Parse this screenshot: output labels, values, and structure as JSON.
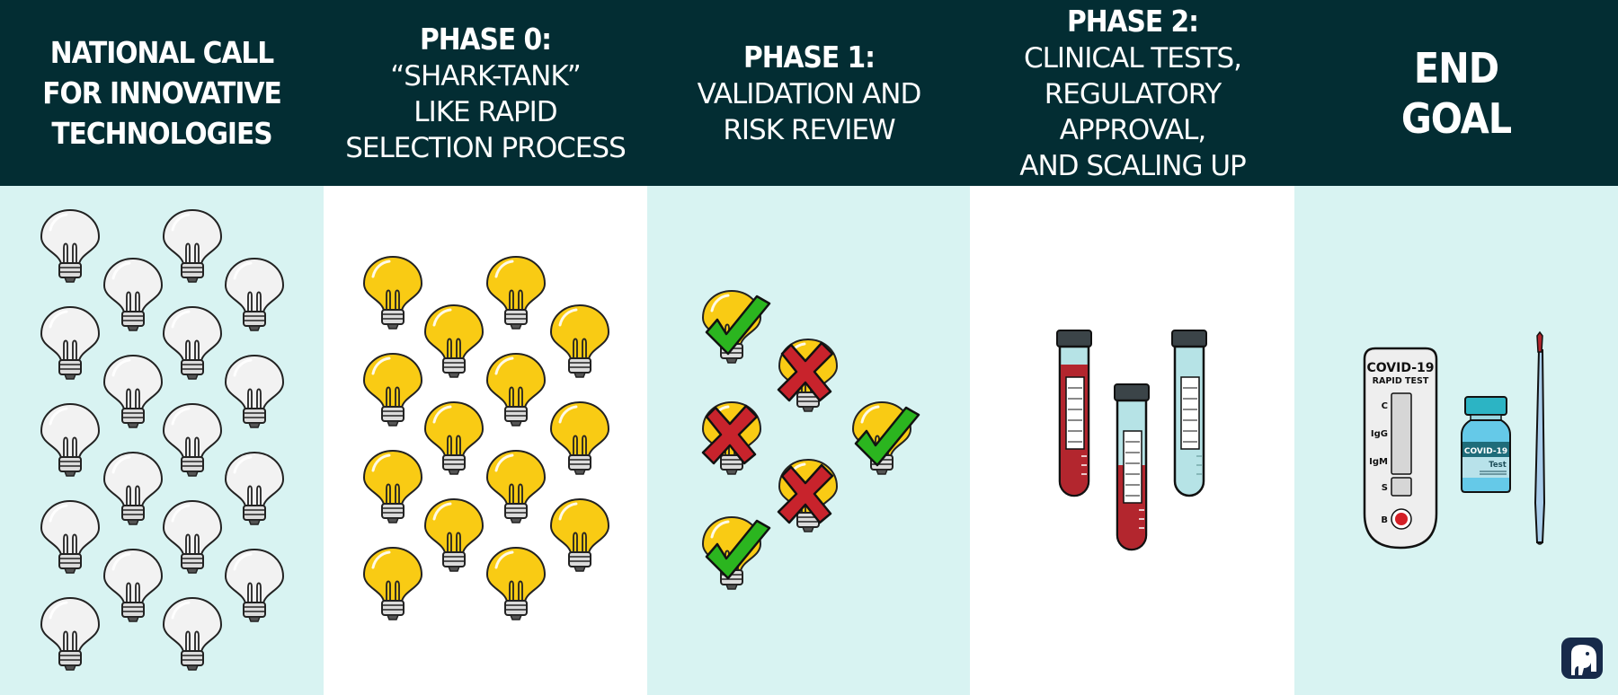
{
  "columns": [
    {
      "title_lines": [
        "National call",
        "for innovative",
        "technologies"
      ],
      "sub_lines": []
    },
    {
      "title_lines": [
        "Phase 0:"
      ],
      "sub_lines": [
        "“Shark-Tank”",
        "like rapid",
        "selection process"
      ]
    },
    {
      "title_lines": [
        "Phase 1:"
      ],
      "sub_lines": [
        "Validation and",
        "risk review"
      ]
    },
    {
      "title_lines": [
        "Phase 2:"
      ],
      "sub_lines": [
        "Clinical tests,",
        "regulatory approval,",
        "and scaling up"
      ]
    },
    {
      "title_lines": [
        "End",
        "Goal"
      ],
      "sub_lines": []
    }
  ],
  "rapid_test": {
    "title": "COVID-19",
    "subtitle": "RAPID TEST",
    "labels": [
      "C",
      "IgG",
      "IgM",
      "S",
      "B"
    ]
  },
  "vial": {
    "label1": "COVID-19",
    "label2": "Test"
  },
  "icons": [
    "light-bulb-icon",
    "check-mark-icon",
    "x-mark-icon",
    "test-tube-icon",
    "swab-icon",
    "elephant-logo-icon"
  ],
  "colors": {
    "header": "#032d33",
    "panel_teal": "#d8f3f2",
    "bulb_white": "#f2f2f2",
    "bulb_yellow": "#f9cb14",
    "check": "#2bb51f",
    "cross": "#c8232c",
    "blood": "#b3262e",
    "tube_fluid": "#b6e3e6"
  }
}
